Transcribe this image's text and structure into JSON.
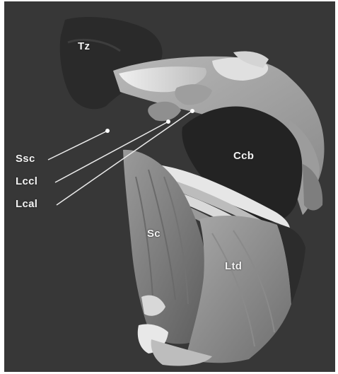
{
  "figure": {
    "labels": {
      "tz": "Tz",
      "ccb": "Ccb",
      "ssc": "Ssc",
      "lccl": "Lccl",
      "lcal": "Lcal",
      "sc": "Sc",
      "ltd": "Ltd"
    },
    "colors": {
      "background": "#3a3a3a",
      "muscle_dark": "#262626",
      "muscle_mid": "#8a8a8a",
      "muscle_light": "#c8c8c8",
      "bone": "#e2e2e2",
      "label_text": "#f2f2f2"
    }
  }
}
